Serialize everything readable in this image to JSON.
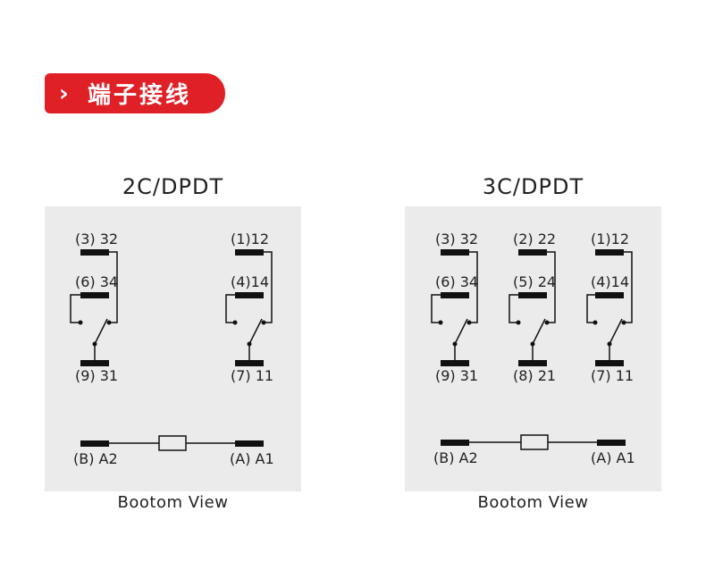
{
  "banner": {
    "chevron": "›",
    "title": "端子接线",
    "color": "#e02027"
  },
  "diagrams": [
    {
      "heading": "2C/DPDT",
      "caption": "Bootom View",
      "groups": [
        {
          "nc": "(3) 32",
          "no": "(6) 34",
          "com": "(9) 31"
        },
        {
          "nc": "(1)12",
          "no": "(4)14",
          "com": "(7) 11"
        }
      ],
      "coil": {
        "left": "(B) A2",
        "right": "(A) A1"
      }
    },
    {
      "heading": "3C/DPDT",
      "caption": "Bootom View",
      "groups": [
        {
          "nc": "(3) 32",
          "no": "(6) 34",
          "com": "(9) 31"
        },
        {
          "nc": "(2) 22",
          "no": "(5) 24",
          "com": "(8) 21"
        },
        {
          "nc": "(1)12",
          "no": "(4)14",
          "com": "(7) 11"
        }
      ],
      "coil": {
        "left": "(B) A2",
        "right": "(A) A1"
      }
    }
  ]
}
